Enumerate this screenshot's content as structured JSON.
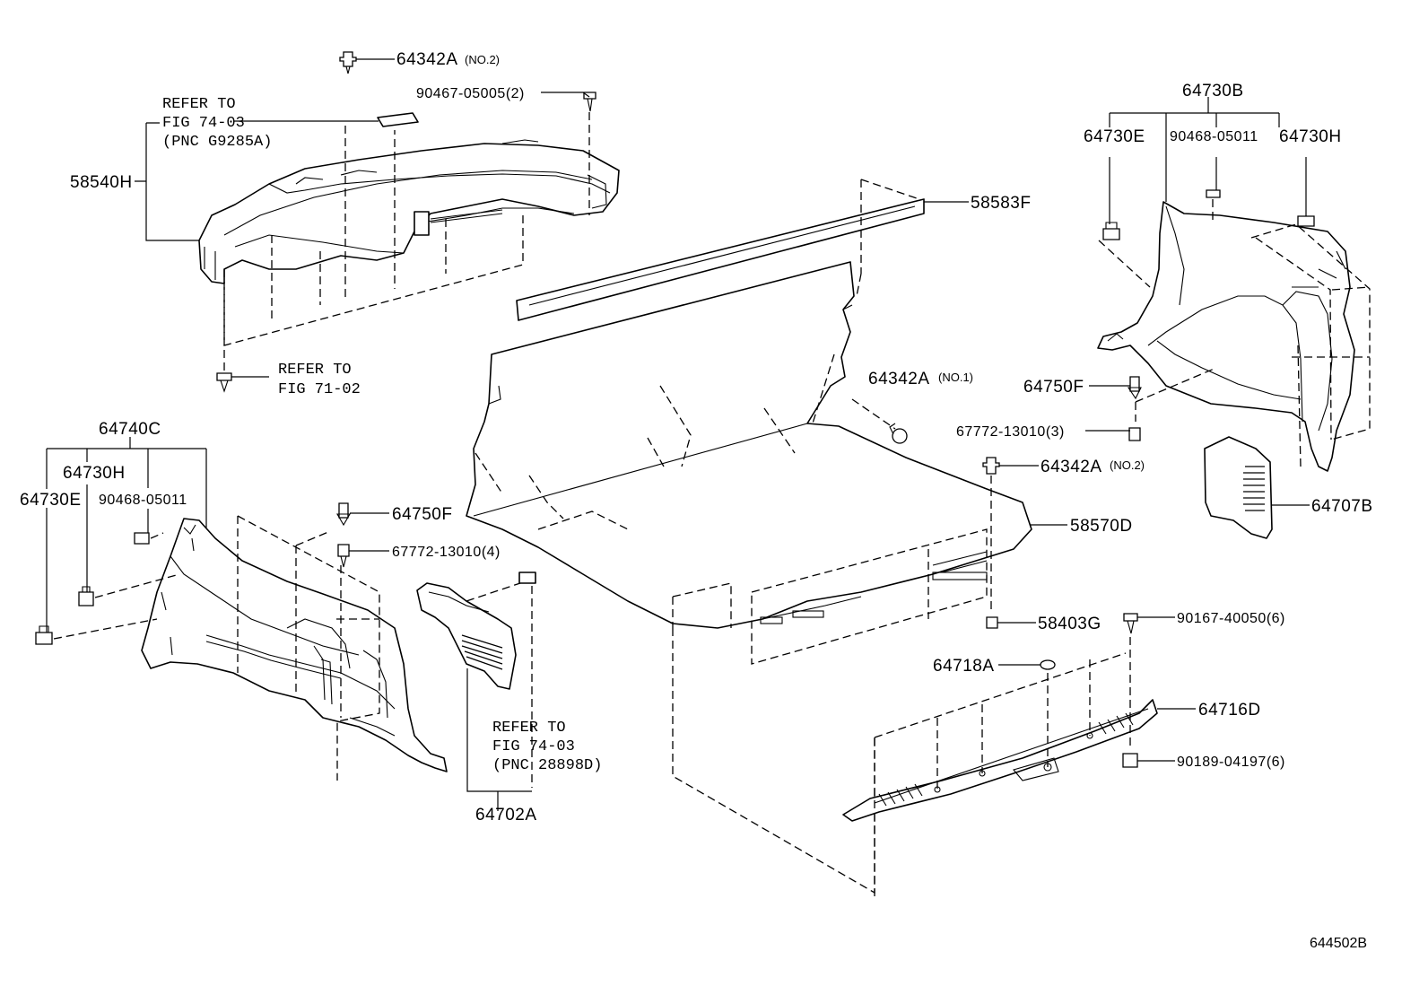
{
  "parts": {
    "p58540H": "58540H",
    "p64342A_top": "64342A",
    "p64342A_top_sub": "(NO.2)",
    "p90467": "90467-05005(2)",
    "ref_top": [
      "REFER TO",
      "FIG 74-03",
      "(PNC G9285A)"
    ],
    "ref_mid": [
      "REFER TO",
      "FIG 71-02"
    ],
    "p58583F": "58583F",
    "p64342A_mid": "64342A",
    "p64342A_mid_sub": "(NO.1)",
    "p64730B": "64730B",
    "p64730E_r": "64730E",
    "p90468_r": "90468-05011",
    "p64730H_r": "64730H",
    "p64750F_r": "64750F",
    "p67772_r": "67772-13010(3)",
    "p64342A_r": "64342A",
    "p64342A_r_sub": "(NO.2)",
    "p58570D": "58570D",
    "p64707B": "64707B",
    "p64740C": "64740C",
    "p64730H_l": "64730H",
    "p64730E_l": "64730E",
    "p90468_l": "90468-05011",
    "p64750F_l": "64750F",
    "p67772_l": "67772-13010(4)",
    "ref_bot": [
      "REFER TO",
      "FIG 74-03",
      "(PNC 28898D)"
    ],
    "p64702A": "64702A",
    "p58403G": "58403G",
    "p90167": "90167-40050(6)",
    "p64718A": "64718A",
    "p64716D": "64716D",
    "p90189": "90189-04197(6)",
    "fig_id": "644502B"
  }
}
